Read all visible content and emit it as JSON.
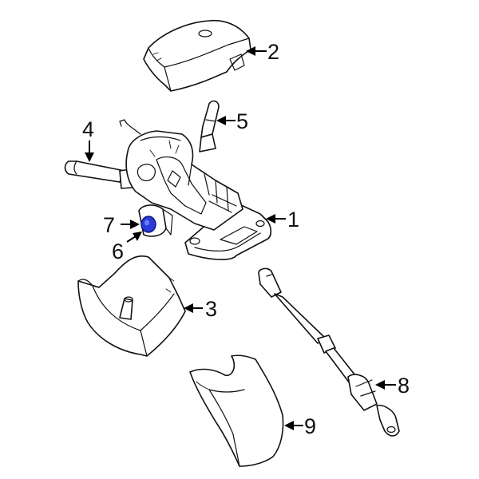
{
  "diagram": {
    "highlight_color": "#2a3bd6",
    "callouts": [
      {
        "id": "1",
        "label": "1"
      },
      {
        "id": "2",
        "label": "2"
      },
      {
        "id": "3",
        "label": "3"
      },
      {
        "id": "4",
        "label": "4"
      },
      {
        "id": "5",
        "label": "5"
      },
      {
        "id": "6",
        "label": "6"
      },
      {
        "id": "7",
        "label": "7"
      },
      {
        "id": "8",
        "label": "8"
      },
      {
        "id": "9",
        "label": "9"
      }
    ]
  }
}
